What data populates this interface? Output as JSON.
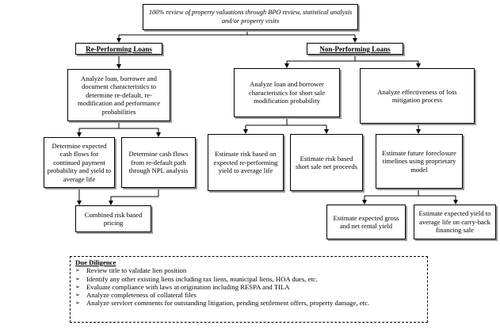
{
  "top": "100% review of property valuations through BPO review, statistical analysis and/or property visits",
  "reperforming": {
    "header": "Re-Performing Loans",
    "analyze": "Analyze loan, borrower and document characteristics to determine re-default, re-modification and performance probabilities",
    "cashflow_payment": "Determine expected cash flows for continued payment probability and yield to average life",
    "cashflow_npl": "Determine cash flows from re-default path through NPL analysis",
    "combined": "Combined risk based pricing"
  },
  "nonperforming": {
    "header": "Non-Performing Loans",
    "analyze_short_sale": "Analyze loan and borrower characteristics for short sale modification probability",
    "analyze_loss_mitigation": "Analyze effectiveness of loss mitigation process",
    "risk_reperforming": "Estimate risk based on expected re-performing yield to average life",
    "risk_short_sale": "Estimate risk based short sale net proceeds",
    "foreclosure": "Estimate future foreclosure timelines using proprietary model",
    "rental_yield": "Estimate expected gross and net rental yield",
    "carry_back": "Estimate expected yield to average life on carry-back financing sale"
  },
  "due_diligence": {
    "title": "Due Diligence",
    "items": [
      "Review title to validate lien position",
      "Identify any other existing liens including tax liens, municipal liens, HOA dues, etc.",
      "Evaluate compliance with laws at origination including RESPA and TILA",
      "Analyze completeness of collateral files",
      "Analyze servicer comments for outstanding litigation, pending settlement offers, property damage, etc."
    ]
  }
}
